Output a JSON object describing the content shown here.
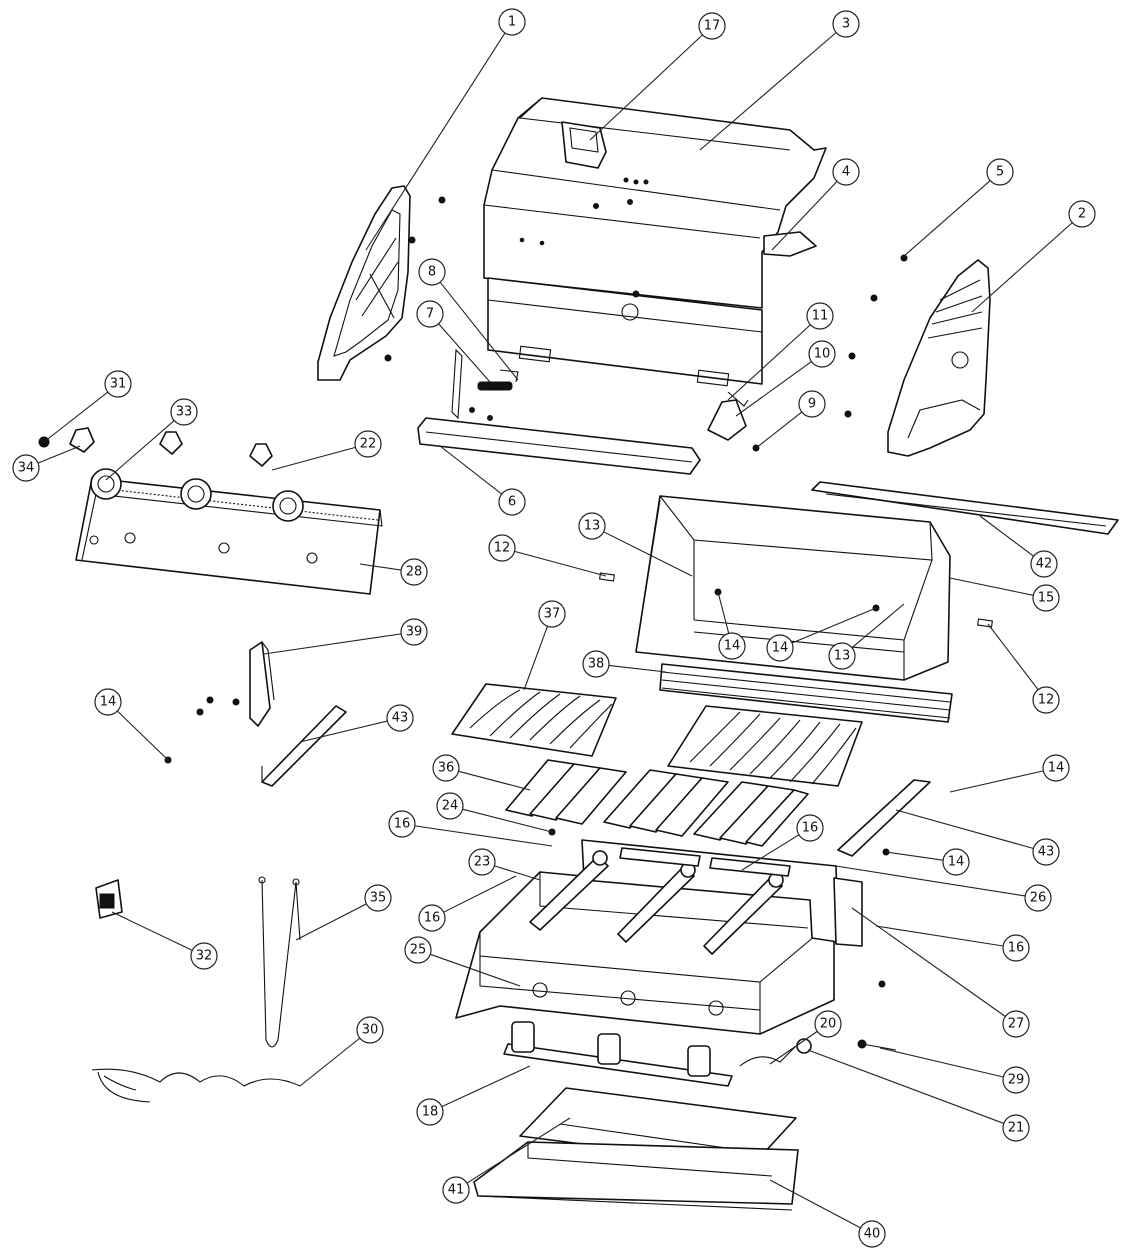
{
  "callouts": [
    {
      "id": "c1",
      "label": "1"
    },
    {
      "id": "c17",
      "label": "17"
    },
    {
      "id": "c3",
      "label": "3"
    },
    {
      "id": "c4",
      "label": "4"
    },
    {
      "id": "c5",
      "label": "5"
    },
    {
      "id": "c2",
      "label": "2"
    },
    {
      "id": "c8",
      "label": "8"
    },
    {
      "id": "c7",
      "label": "7"
    },
    {
      "id": "c11",
      "label": "11"
    },
    {
      "id": "c10",
      "label": "10"
    },
    {
      "id": "c9",
      "label": "9"
    },
    {
      "id": "c31",
      "label": "31"
    },
    {
      "id": "c33",
      "label": "33"
    },
    {
      "id": "c22",
      "label": "22"
    },
    {
      "id": "c34",
      "label": "34"
    },
    {
      "id": "c6",
      "label": "6"
    },
    {
      "id": "c42",
      "label": "42"
    },
    {
      "id": "c13a",
      "label": "13"
    },
    {
      "id": "c12a",
      "label": "12"
    },
    {
      "id": "c28",
      "label": "28"
    },
    {
      "id": "c15",
      "label": "15"
    },
    {
      "id": "c39",
      "label": "39"
    },
    {
      "id": "c37",
      "label": "37"
    },
    {
      "id": "c14a",
      "label": "14"
    },
    {
      "id": "c14b",
      "label": "14"
    },
    {
      "id": "c13b",
      "label": "13"
    },
    {
      "id": "c38",
      "label": "38"
    },
    {
      "id": "c12b",
      "label": "12"
    },
    {
      "id": "c14c",
      "label": "14"
    },
    {
      "id": "c43a",
      "label": "43"
    },
    {
      "id": "c36",
      "label": "36"
    },
    {
      "id": "c14d",
      "label": "14"
    },
    {
      "id": "c24",
      "label": "24"
    },
    {
      "id": "c16a",
      "label": "16"
    },
    {
      "id": "c16b",
      "label": "16"
    },
    {
      "id": "c43b",
      "label": "43"
    },
    {
      "id": "c14e",
      "label": "14"
    },
    {
      "id": "c23",
      "label": "23"
    },
    {
      "id": "c26",
      "label": "26"
    },
    {
      "id": "c16c",
      "label": "16"
    },
    {
      "id": "c35",
      "label": "35"
    },
    {
      "id": "c32",
      "label": "32"
    },
    {
      "id": "c16d",
      "label": "16"
    },
    {
      "id": "c25",
      "label": "25"
    },
    {
      "id": "c27",
      "label": "27"
    },
    {
      "id": "c30",
      "label": "30"
    },
    {
      "id": "c20",
      "label": "20"
    },
    {
      "id": "c29",
      "label": "29"
    },
    {
      "id": "c18",
      "label": "18"
    },
    {
      "id": "c21",
      "label": "21"
    },
    {
      "id": "c41",
      "label": "41"
    },
    {
      "id": "c40",
      "label": "40"
    }
  ]
}
